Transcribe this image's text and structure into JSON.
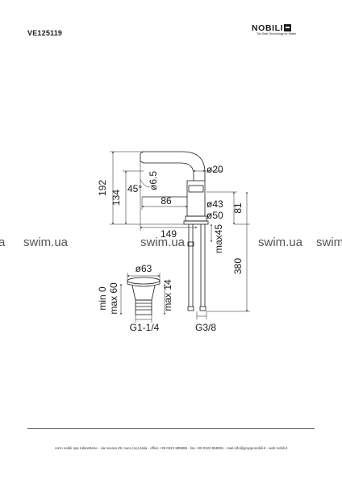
{
  "header": {
    "product_code": "VE125119",
    "brand": "NOBILI",
    "tagline": "The Best Technology for Water"
  },
  "drawing": {
    "dims": {
      "h192": "192",
      "h134": "134",
      "angle45": "45°",
      "d65": "ø6.5",
      "d20": "ø20",
      "len86": "86",
      "d43": "ø43",
      "d50": "ø50",
      "h81": "81",
      "len149": "149",
      "max45": "max45",
      "h380": "380",
      "d63": "ø63",
      "min0": "min 0",
      "max60": "max 60",
      "max14": "max 14",
      "g114": "G1-1/4",
      "g38": "G3/8"
    }
  },
  "watermark": {
    "left": "a",
    "text": "swim.ua",
    "right": "swim"
  },
  "footer": {
    "text": "corro nobili spa rubinetterie - via novara 29, suno (no) italia - office +39 0322 885885 - fax +39 0322 858091 - mail info@grupponobili.it - web nobili.it"
  }
}
